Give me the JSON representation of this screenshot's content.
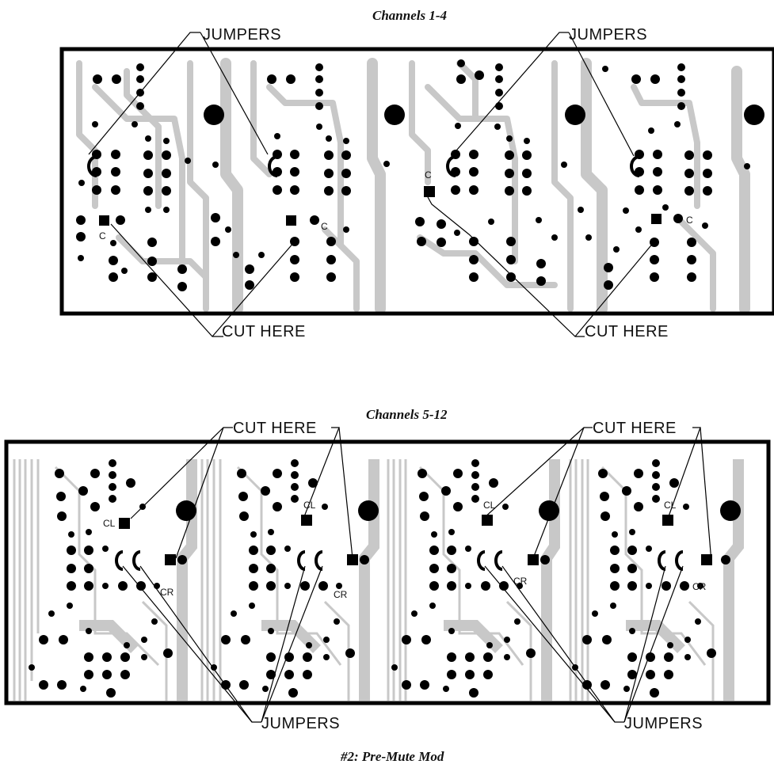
{
  "top_panel": {
    "title": "Channels 1-4",
    "jumpers_label": "JUMPERS",
    "cut_label": "CUT HERE",
    "pad_labels": [
      "C",
      "C",
      "C",
      "C"
    ]
  },
  "bottom_panel": {
    "title": "Channels 5-12",
    "cut_label": "CUT HERE",
    "jumpers_label": "JUMPERS",
    "pad_labels_left": [
      "CL",
      "CL",
      "CL",
      "CL"
    ],
    "pad_labels_right": [
      "CR",
      "CR",
      "CR",
      "CR"
    ]
  },
  "caption": "#2: Pre-Mute Mod",
  "colors": {
    "trace": "#c8c8c8",
    "pad": "#000000",
    "border": "#000000"
  }
}
